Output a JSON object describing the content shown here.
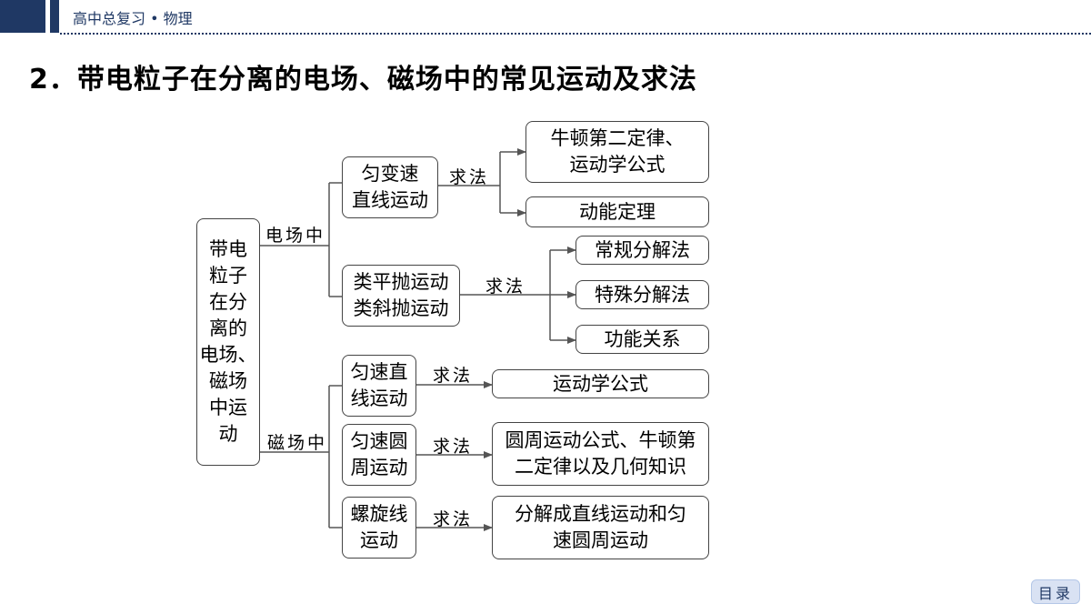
{
  "header": {
    "text": "高中总复习 • 物理"
  },
  "title": "2．带电粒子在分离的电场、磁场中的常见运动及求法",
  "diagram": {
    "root": "带电\n粒子\n在分\n离的\n电场、\n磁场\n中运\n动",
    "branch_labels": {
      "electric": "电场中",
      "magnetic": "磁场中"
    },
    "method_label": "求法",
    "motions": {
      "uniform_accel_line": "匀变速\n直线运动",
      "projectile_like": "类平抛运动\n类斜抛运动",
      "uniform_line": "匀速直\n线运动",
      "uniform_circle": "匀速圆\n周运动",
      "spiral": "螺旋线\n运动"
    },
    "methods": {
      "newton_kinematics": "牛顿第二定律、\n运动学公式",
      "kinetic_energy_theorem": "动能定理",
      "regular_decomposition": "常规分解法",
      "special_decomposition": "特殊分解法",
      "work_energy_relation": "功能关系",
      "kinematics": "运动学公式",
      "circle_newton_geometry": "圆周运动公式、牛顿第\n二定律以及几何知识",
      "decompose_line_circle": "分解成直线运动和匀\n速圆周运动"
    }
  },
  "nav": {
    "toc_label": "目录"
  }
}
